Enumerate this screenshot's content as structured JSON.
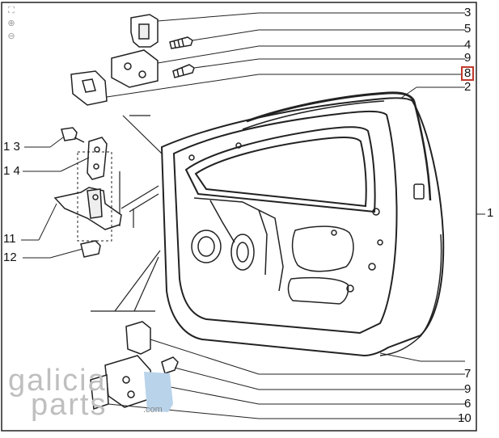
{
  "callouts": {
    "c1": "1",
    "c2": "2",
    "c3": "3",
    "c4": "4",
    "c5": "5",
    "c6": "6",
    "c7": "7",
    "c8": "8",
    "c9a": "9",
    "c9b": "9",
    "c10": "10",
    "c11": "11",
    "c12": "12",
    "c13": "1 3",
    "c14": "1 4"
  },
  "highlight_color": "#c0392b",
  "watermark": {
    "line1": "galicia",
    "line2": "parts",
    "domain": ".com"
  },
  "tools": {
    "fit": "⛶",
    "zoom_in": "⊕",
    "zoom_out": "⊖"
  }
}
